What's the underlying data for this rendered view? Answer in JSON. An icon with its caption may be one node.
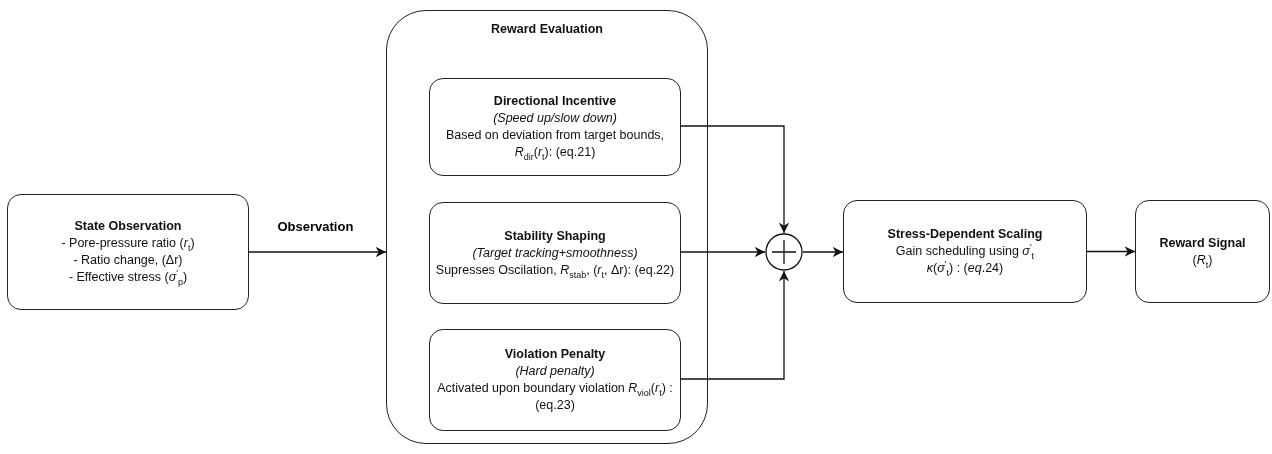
{
  "diagram": {
    "nodes": [
      {
        "text": [
          "State Observation",
          "- Pore-pressure ratio (*r*$_{t}$)",
          "- Ratio change, (Δr)",
          "- Effective stress (*σ*$^{'}$$_{p}$)"
        ]
      },
      {
        "text": [
          "Reward Evaluation"
        ]
      },
      {
        "text": [
          "Directional Incentive",
          "(Speed up/slow down)",
          "Based on deviation from target bounds, *R*$_{dir}$(*r*$_{t}$): (eq.21)"
        ],
        "in": 1
      },
      {
        "text": [
          "Stability Shaping",
          "(Target tracking+smoothness)",
          "Supresses Oscilation, *R*$_{stab}$, (*r*$_{t}$, Δr): (eq.22)"
        ],
        "in": 1
      },
      {
        "text": [
          "Violation Penalty",
          "(Hard penalty)",
          "Activated upon boundary violation *R*$_{viol}$(*r*$_{t}$) : (eq.23)"
        ],
        "in": 1
      },
      {
        "text": [],
        "shape": "circle"
      },
      {
        "text": [
          "Stress-Dependent Scaling",
          "Gain scheduling using *σ*$^{'}$$_{t}$",
          "*κ*(*σ*$^{'}$$_{t}$) : (*eq*.24)"
        ]
      },
      {
        "text": [
          "Reward Signal",
          "(*R*$_{t}$)"
        ]
      }
    ],
    "edges": [
      {
        "from": 0,
        "to": 1,
        "arrow": "to",
        "label": "Observation"
      },
      {
        "from": 2,
        "to": 5,
        "arrow": "to"
      },
      {
        "from": 3,
        "to": 5,
        "arrow": "to"
      },
      {
        "from": 4,
        "to": 5,
        "arrow": "to"
      },
      {
        "from": 5,
        "to": 6,
        "arrow": "to"
      },
      {
        "from": 6,
        "to": 7,
        "arrow": "to"
      }
    ]
  }
}
